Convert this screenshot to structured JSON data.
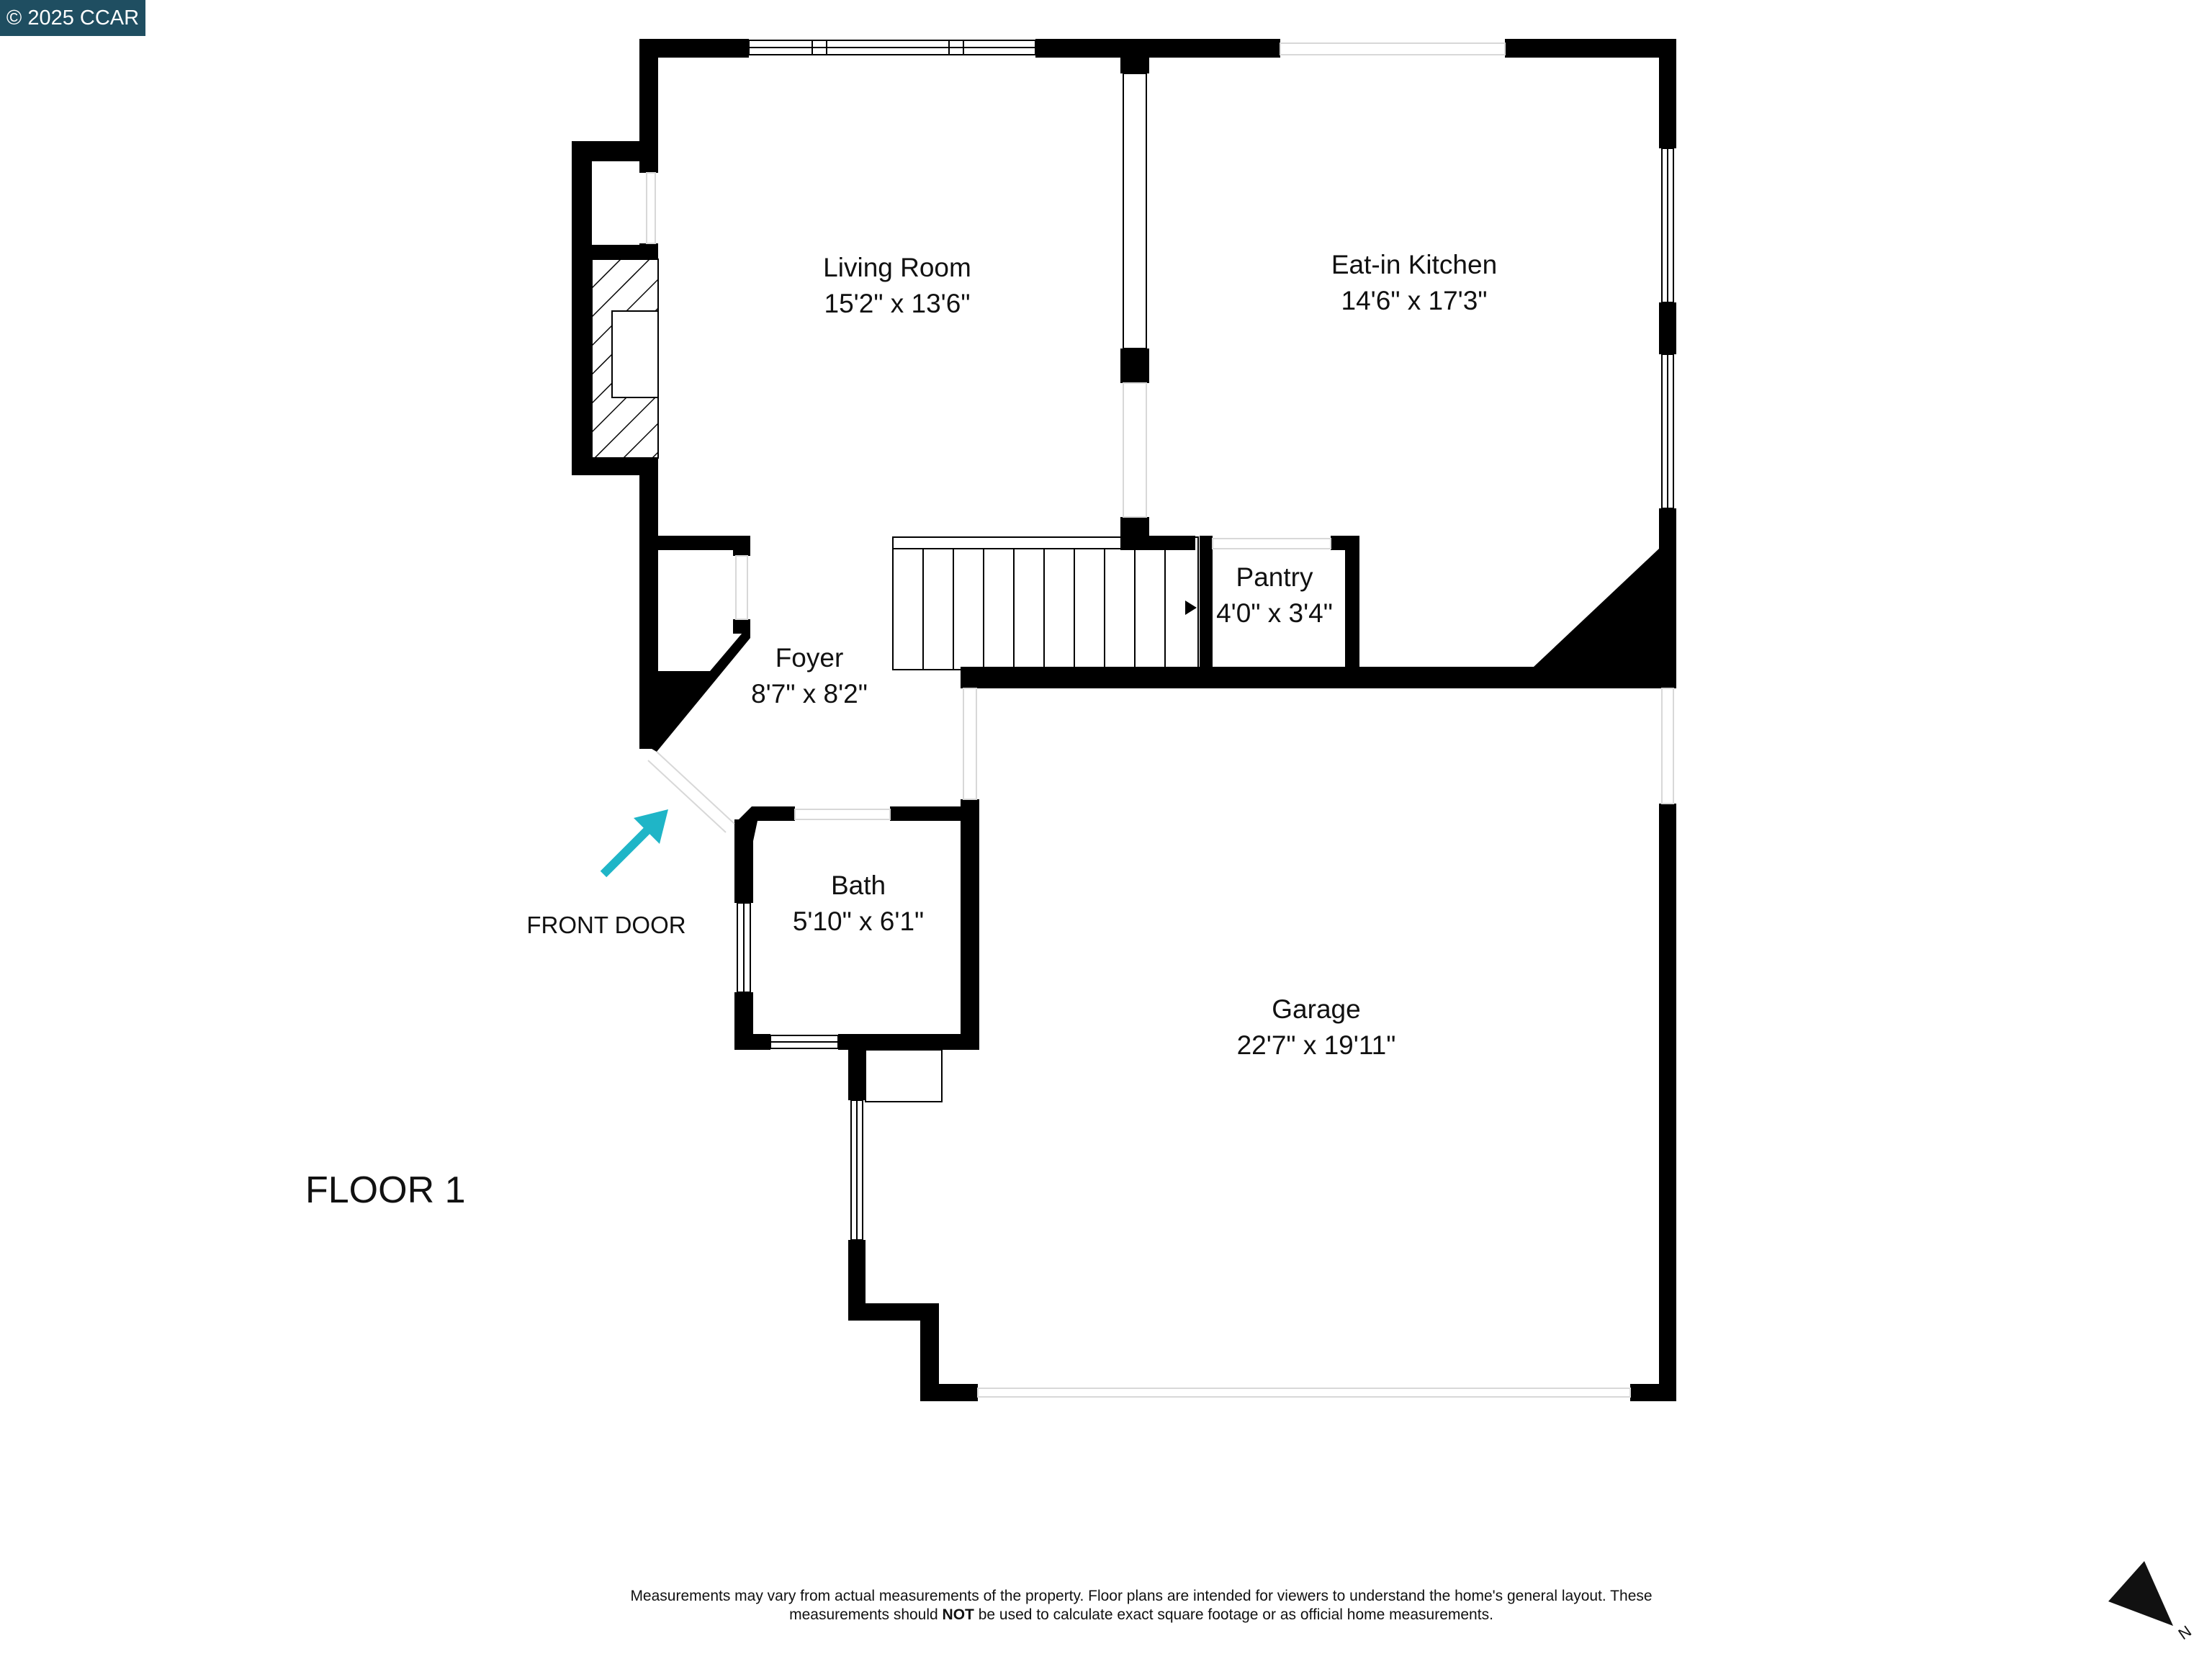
{
  "copyright": "© 2025 CCAR",
  "floor_label": "FLOOR 1",
  "front_door": {
    "label": "FRONT DOOR",
    "arrow_color": "#1fb5c7",
    "icon": "arrow-up-right-icon"
  },
  "rooms": [
    {
      "id": "living-room",
      "name": "Living Room",
      "dims": "15'2\" x 13'6\""
    },
    {
      "id": "eat-in-kitchen",
      "name": "Eat-in Kitchen",
      "dims": "14'6\" x 17'3\""
    },
    {
      "id": "pantry",
      "name": "Pantry",
      "dims": "4'0\" x 3'4\""
    },
    {
      "id": "foyer",
      "name": "Foyer",
      "dims": "8'7\" x 8'2\""
    },
    {
      "id": "bath",
      "name": "Bath",
      "dims": "5'10\" x 6'1\""
    },
    {
      "id": "garage",
      "name": "Garage",
      "dims": "22'7\" x 19'11\""
    }
  ],
  "disclaimer": {
    "before_bold": "Measurements may vary from actual measurements of the property. Floor plans are intended for viewers to understand the home's general layout.  These measurements should ",
    "bold": "NOT",
    "after_bold": " be used to calculate exact square footage or as official home measurements."
  },
  "compass": {
    "label": "N",
    "icon": "compass-north-icon"
  },
  "colors": {
    "wall": "#000000",
    "badge_bg": "#1f4e61",
    "accent": "#1fb5c7"
  }
}
